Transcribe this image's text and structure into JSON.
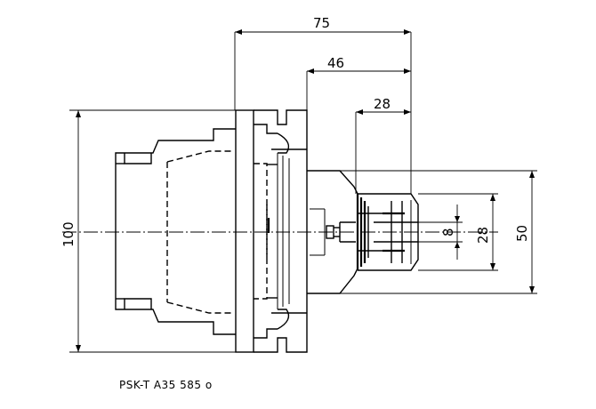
{
  "dimensions": {
    "overall_length": "75",
    "nose_length": "46",
    "collet_length": "28",
    "flange_height": "100",
    "bore": "8",
    "collet_diameter": "28",
    "nose_diameter": "50"
  },
  "caption": "PSK-T A35 585 o"
}
